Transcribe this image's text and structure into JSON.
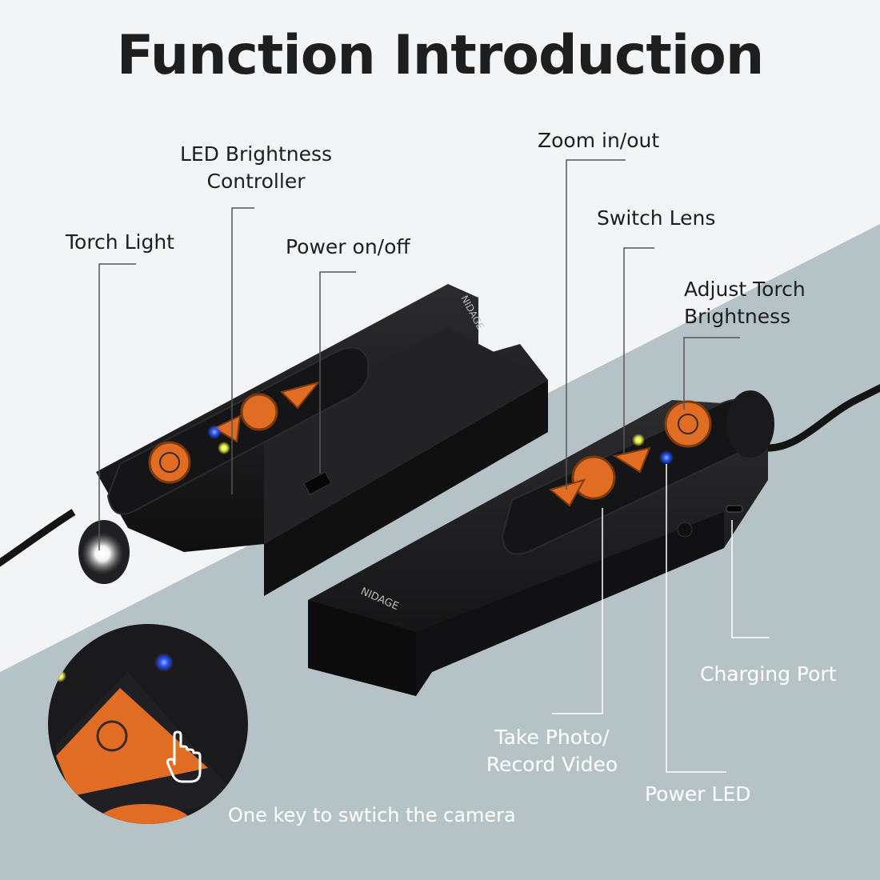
{
  "title": "Function Introduction",
  "labels": {
    "led_brightness": [
      "LED Brightness",
      "Controller"
    ],
    "torch_light": "Torch Light",
    "power_onoff": "Power on/off",
    "zoom": "Zoom in/out",
    "switch_lens": "Switch Lens",
    "adjust_torch": [
      "Adjust Torch",
      "Brightness"
    ],
    "charging_port": "Charging Port",
    "take_photo": [
      "Take Photo/",
      "Record Video"
    ],
    "power_led": "Power LED"
  },
  "device_brand": "NIDAGE",
  "caption": "One key to swtich the camera",
  "colors": {
    "background": "#f3f4f6",
    "slate_band": "#b5c3c7",
    "device_body": "#1b1b1d",
    "button_orange": "#e06d23",
    "led_blue": "#2a55ff",
    "led_yellow": "#e6ec3a",
    "text_dark": "#1e1e1e",
    "text_light": "#ffffff"
  },
  "icons": [
    "torch-icon",
    "camera-shutter-icon",
    "switch-lens-icon",
    "zoom-icon",
    "power-icon",
    "hand-pointer-icon"
  ]
}
